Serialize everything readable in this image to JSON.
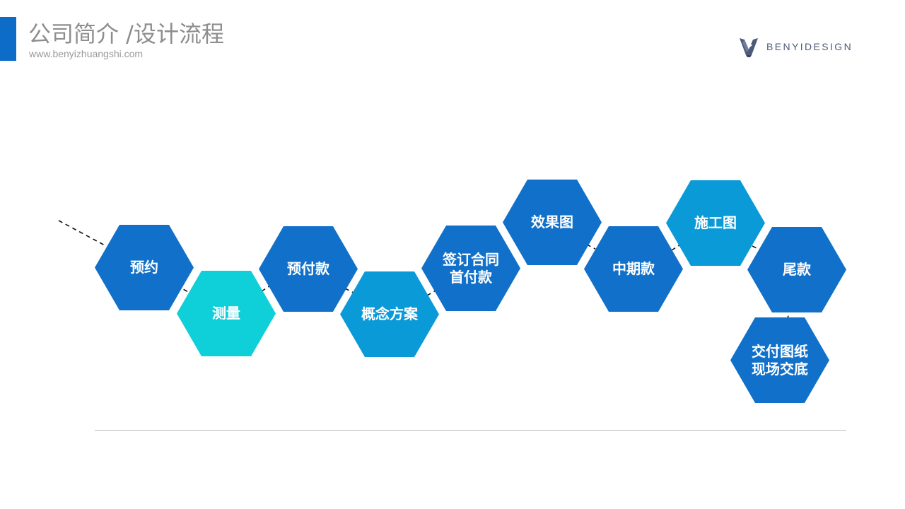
{
  "header": {
    "title": "公司简介 /设计流程",
    "url": "www.benyizhuangshi.com"
  },
  "brand": {
    "name": "BENYIDESIGN",
    "logo_icon": "benyi-logo-icon",
    "color": "#4d5a78"
  },
  "colors": {
    "accent": "#0c6cc8",
    "hex_dark": "#1170c9",
    "hex_mid": "#0a9ad8",
    "hex_cyan": "#0fcfd9"
  },
  "steps": [
    {
      "label": "预约"
    },
    {
      "label": "测量"
    },
    {
      "label": "预付款"
    },
    {
      "label": "概念方案"
    },
    {
      "label": "签订合同\n首付款"
    },
    {
      "label": "效果图"
    },
    {
      "label": "中期款"
    },
    {
      "label": "施工图"
    },
    {
      "label": "尾款"
    },
    {
      "label": "交付图纸\n现场交底"
    }
  ]
}
